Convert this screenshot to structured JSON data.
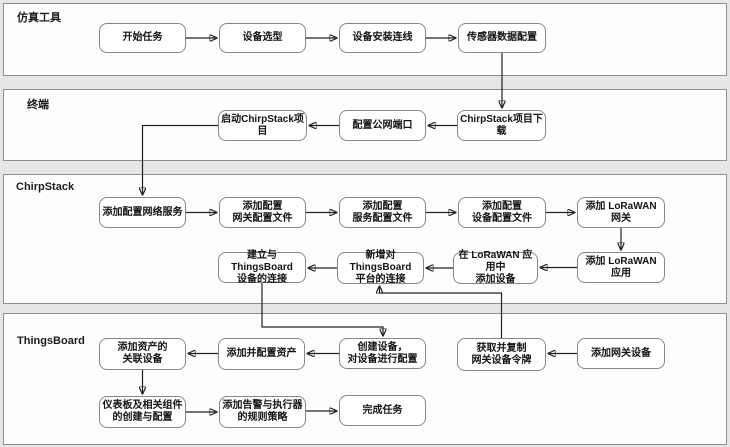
{
  "diagram": {
    "type": "flowchart-swimlanes",
    "accent_colors": {
      "lane_background": "#fdfdfd",
      "page_background": "#e6e6e6",
      "border": "#8f8f8f",
      "line": "#222222"
    }
  },
  "lanes": [
    {
      "id": "simulation-tool",
      "label": "仿真工具"
    },
    {
      "id": "terminal",
      "label": "终端"
    },
    {
      "id": "chirpstack",
      "label": "ChirpStack"
    },
    {
      "id": "thingsboard",
      "label": "ThingsBoard"
    }
  ],
  "nodes": [
    {
      "id": "start-task",
      "lane": "simulation-tool",
      "label": "开始任务"
    },
    {
      "id": "device-selection",
      "lane": "simulation-tool",
      "label": "设备选型"
    },
    {
      "id": "device-install-wiring",
      "lane": "simulation-tool",
      "label": "设备安装连线"
    },
    {
      "id": "sensor-data-config",
      "lane": "simulation-tool",
      "label": "传感器数据配置"
    },
    {
      "id": "start-chirpstack-project",
      "lane": "terminal",
      "label": "启动ChirpStack项目"
    },
    {
      "id": "config-public-port",
      "lane": "terminal",
      "label": "配置公网端口"
    },
    {
      "id": "chirpstack-download",
      "lane": "terminal",
      "label": "ChirpStack项目下载"
    },
    {
      "id": "add-network-service",
      "lane": "chirpstack",
      "label": "添加配置网络服务"
    },
    {
      "id": "add-gateway-profile",
      "lane": "chirpstack",
      "label": "添加配置\n网关配置文件"
    },
    {
      "id": "add-service-profile",
      "lane": "chirpstack",
      "label": "添加配置\n服务配置文件"
    },
    {
      "id": "add-device-profile",
      "lane": "chirpstack",
      "label": "添加配置\n设备配置文件"
    },
    {
      "id": "add-lorawan-gateway",
      "lane": "chirpstack",
      "label": "添加 LoRaWAN 网关"
    },
    {
      "id": "add-lorawan-app",
      "lane": "chirpstack",
      "label": "添加 LoRaWAN 应用"
    },
    {
      "id": "add-device-in-app",
      "lane": "chirpstack",
      "label": "在 LoRaWAN 应用中\n添加设备"
    },
    {
      "id": "add-thingsboard-connection",
      "lane": "chirpstack",
      "label": "新增对ThingsBoard\n平台的连接"
    },
    {
      "id": "establish-device-connection",
      "lane": "chirpstack",
      "label": "建立与ThingsBoard\n设备的连接"
    },
    {
      "id": "add-asset-devices",
      "lane": "thingsboard",
      "label": "添加资产的\n关联设备"
    },
    {
      "id": "add-configure-asset",
      "lane": "thingsboard",
      "label": "添加并配置资产"
    },
    {
      "id": "create-configure-device",
      "lane": "thingsboard",
      "label": "创建设备，\n对设备进行配置"
    },
    {
      "id": "copy-gateway-token",
      "lane": "thingsboard",
      "label": "获取并复制\n网关设备令牌"
    },
    {
      "id": "add-gateway-device",
      "lane": "thingsboard",
      "label": "添加网关设备"
    },
    {
      "id": "dashboard-components",
      "lane": "thingsboard",
      "label": "仪表板及相关组件\n的创建与配置"
    },
    {
      "id": "alarm-rules",
      "lane": "thingsboard",
      "label": "添加告警与执行器\n的规则策略"
    },
    {
      "id": "finish-task",
      "lane": "thingsboard",
      "label": "完成任务"
    }
  ],
  "edges": [
    {
      "from": "start-task",
      "to": "device-selection"
    },
    {
      "from": "device-selection",
      "to": "device-install-wiring"
    },
    {
      "from": "device-install-wiring",
      "to": "sensor-data-config"
    },
    {
      "from": "sensor-data-config",
      "to": "chirpstack-download"
    },
    {
      "from": "chirpstack-download",
      "to": "config-public-port"
    },
    {
      "from": "config-public-port",
      "to": "start-chirpstack-project"
    },
    {
      "from": "start-chirpstack-project",
      "to": "add-network-service"
    },
    {
      "from": "add-network-service",
      "to": "add-gateway-profile"
    },
    {
      "from": "add-gateway-profile",
      "to": "add-service-profile"
    },
    {
      "from": "add-service-profile",
      "to": "add-device-profile"
    },
    {
      "from": "add-device-profile",
      "to": "add-lorawan-gateway"
    },
    {
      "from": "add-lorawan-gateway",
      "to": "add-lorawan-app"
    },
    {
      "from": "add-lorawan-app",
      "to": "add-device-in-app"
    },
    {
      "from": "add-device-in-app",
      "to": "add-thingsboard-connection"
    },
    {
      "from": "add-thingsboard-connection",
      "to": "establish-device-connection"
    },
    {
      "from": "establish-device-connection",
      "to": "create-configure-device"
    },
    {
      "from": "add-gateway-device",
      "to": "copy-gateway-token"
    },
    {
      "from": "copy-gateway-token",
      "to": "add-thingsboard-connection"
    },
    {
      "from": "create-configure-device",
      "to": "add-configure-asset"
    },
    {
      "from": "add-configure-asset",
      "to": "add-asset-devices"
    },
    {
      "from": "add-asset-devices",
      "to": "dashboard-components"
    },
    {
      "from": "dashboard-components",
      "to": "alarm-rules"
    },
    {
      "from": "alarm-rules",
      "to": "finish-task"
    }
  ]
}
